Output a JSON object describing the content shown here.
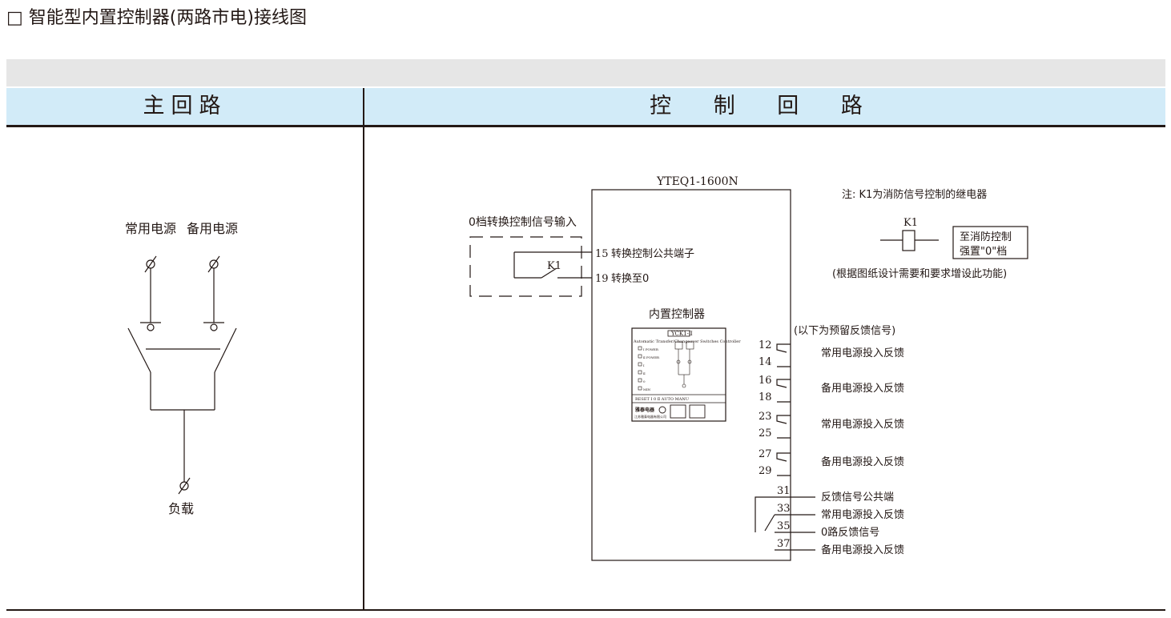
{
  "title": "□ 智能型内置控制器(两路市电)接线图",
  "headers": {
    "main_circuit": "主回路",
    "control_circuit": "控 制 回 路"
  },
  "main_circuit": {
    "source_normal": "常用电源",
    "source_backup": "备用电源",
    "load": "负载"
  },
  "control": {
    "device_model": "YTEQ1-1600N",
    "input_label": "0档转换控制信号输入",
    "relay": "K1",
    "terminals_in": [
      {
        "num": "15",
        "label": "转换控制公共端子"
      },
      {
        "num": "19",
        "label": "转换至0"
      }
    ],
    "controller_label": "内置控制器",
    "panel": {
      "model": "YCK1-Ⅱ",
      "subtitle": "Automatic Transfer/Changeover Switches Controller",
      "indicators": [
        "Ⅰ POWER",
        "Ⅱ POWER",
        "Ⅰ",
        "Ⅱ",
        "0",
        "MIN"
      ],
      "buttons_label": "RESET  Ⅰ  0  Ⅱ  AUTO  MANU",
      "brand": "雅泰电器",
      "company": "江苏雅泰电器有限公司"
    },
    "note": "注: K1为消防信号控制的继电器",
    "note_relay": "K1",
    "fire_box_line1": "至消防控制",
    "fire_box_line2": "强置\"0\"档",
    "note_extra": "(根据图纸设计需要和要求增设此功能)",
    "feedback_title": "(以下为预留反馈信号)",
    "feedback_pairs": [
      {
        "top": "12",
        "bottom": "14",
        "label": "常用电源投入反馈"
      },
      {
        "top": "16",
        "bottom": "18",
        "label": "备用电源投入反馈"
      },
      {
        "top": "23",
        "bottom": "25",
        "label": "常用电源投入反馈"
      },
      {
        "top": "27",
        "bottom": "29",
        "label": "备用电源投入反馈"
      }
    ],
    "feedback_common": [
      {
        "num": "31",
        "label": "反馈信号公共端"
      },
      {
        "num": "33",
        "label": "常用电源投入反馈"
      },
      {
        "num": "35",
        "label": "0路反馈信号"
      },
      {
        "num": "37",
        "label": "备用电源投入反馈"
      }
    ]
  }
}
